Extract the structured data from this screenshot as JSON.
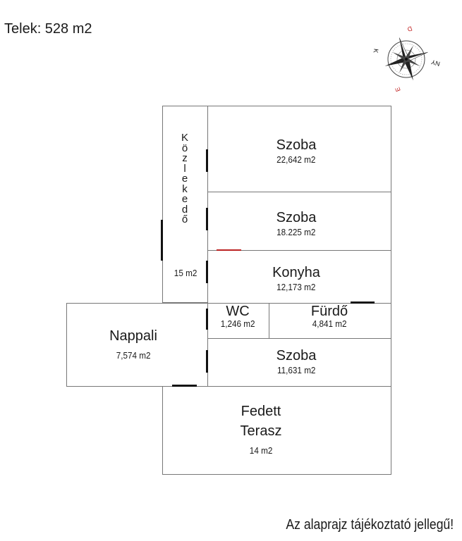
{
  "plot_area": "Telek: 528 m2",
  "disclaimer": "Az alaprajz tájékoztató jellegű!",
  "compass": {
    "labels": {
      "north": "D",
      "east": "NY",
      "south": "E",
      "west": "K"
    }
  },
  "rooms": {
    "szoba1": {
      "name": "Szoba",
      "area": "22,642 m2"
    },
    "szoba2": {
      "name": "Szoba",
      "area": "18.225 m2"
    },
    "konyha": {
      "name": "Konyha",
      "area": "12,173 m2"
    },
    "wc": {
      "name": "WC",
      "area": "1,246 m2"
    },
    "furdo": {
      "name": "Fürdő",
      "area": "4,841 m2"
    },
    "szoba3": {
      "name": "Szoba",
      "area": "11,631 m2"
    },
    "nappali": {
      "name": "Nappali",
      "area": "7,574 m2"
    },
    "kozlekedo": {
      "name_letters": [
        "K",
        "ö",
        "z",
        "l",
        "e",
        "k",
        "e",
        "d",
        "ő"
      ],
      "area": "15 m2"
    },
    "terasz": {
      "name_line1": "Fedett",
      "name_line2": "Terasz",
      "area": "14 m2"
    }
  }
}
